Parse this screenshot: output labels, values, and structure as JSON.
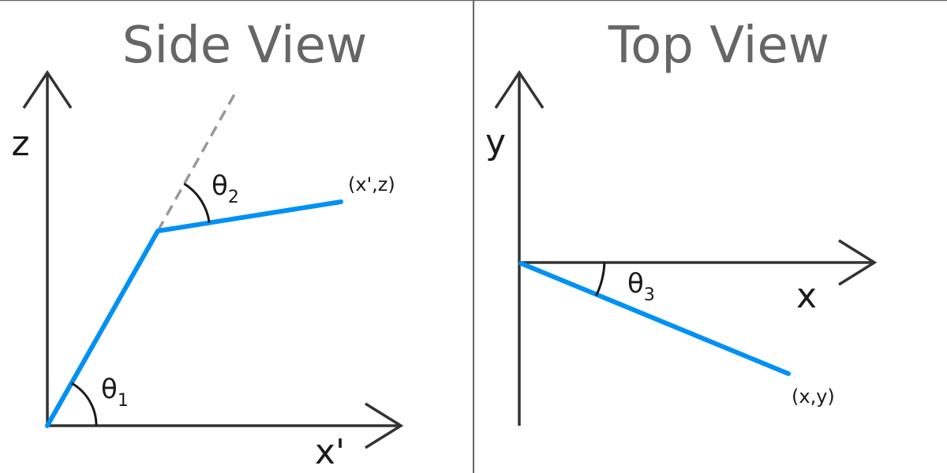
{
  "side_view": {
    "title": "Side View",
    "axis_vertical": "z",
    "axis_horizontal": "x'",
    "angle1": {
      "symbol": "θ",
      "sub": "1"
    },
    "angle2": {
      "symbol": "θ",
      "sub": "2"
    },
    "end_point": "(x',z)"
  },
  "top_view": {
    "title": "Top View",
    "axis_vertical": "y",
    "axis_horizontal": "x",
    "angle3": {
      "symbol": "θ",
      "sub": "3"
    },
    "end_point": "(x,y)"
  },
  "colors": {
    "link": "#0091f5",
    "axis": "#333333",
    "title": "#666666",
    "divider": "#666666",
    "extension": "#999999"
  }
}
